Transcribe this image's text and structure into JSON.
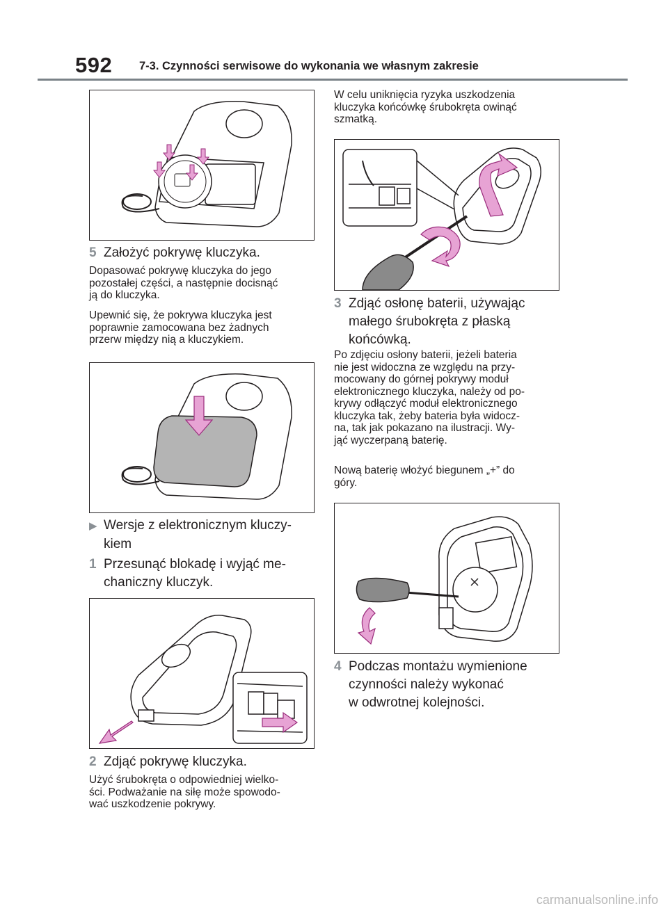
{
  "header": {
    "page_number": "592",
    "section_title": "7-3. Czynności serwisowe do wykonania we własnym zakresie"
  },
  "left": {
    "step5_num": "5",
    "step5_title": "Założyć pokrywę kluczyka.",
    "step5_p1_l1": "Dopasować pokrywę kluczyka do jego",
    "step5_p1_l2": "pozostałej części, a następnie docisnąć",
    "step5_p1_l3": "ją do kluczyka.",
    "step5_p2_l1": "Upewnić się, że pokrywa kluczyka jest",
    "step5_p2_l2": "poprawnie zamocowana bez żadnych",
    "step5_p2_l3": "przerw między nią a kluczykiem.",
    "version_l1": "Wersje z elektronicznym kluczy-",
    "version_l2": "kiem",
    "step1_num": "1",
    "step1_l1": "Przesunąć blokadę i wyjąć me-",
    "step1_l2": "chaniczny kluczyk.",
    "step2_num": "2",
    "step2_title": "Zdjąć pokrywę kluczyka.",
    "step2_p_l1": "Użyć śrubokręta o odpowiedniej wielko-",
    "step2_p_l2": "ści. Podważanie na siłę może spowodo-",
    "step2_p_l3": "wać uszkodzenie pokrywy."
  },
  "right": {
    "intro_l1": "W celu uniknięcia ryzyka uszkodzenia",
    "intro_l2": "kluczyka końcówkę śrubokręta owinąć",
    "intro_l3": "szmatką.",
    "step3_num": "3",
    "step3_l1": "Zdjąć osłonę baterii, używając",
    "step3_l2": "małego śrubokręta z płaską",
    "step3_l3": "końcówką.",
    "step3_p1_l1": "Po zdjęciu osłony baterii, jeżeli bateria",
    "step3_p1_l2": "nie jest widoczna ze względu na przy-",
    "step3_p1_l3": "mocowany do górnej pokrywy moduł",
    "step3_p1_l4": "elektronicznego kluczyka, należy od po-",
    "step3_p1_l5": "krywy odłączyć moduł elektronicznego",
    "step3_p1_l6": "kluczyka tak, żeby bateria była widocz-",
    "step3_p1_l7": "na, tak jak pokazano na ilustracji. Wy-",
    "step3_p1_l8": "jąć wyczerpaną baterię.",
    "step3_p2_l1": "Nową baterię włożyć biegunem „+” do",
    "step3_p2_l2": "góry.",
    "step4_num": "4",
    "step4_l1": "Podczas montażu wymienione",
    "step4_l2": "czynności należy wykonać",
    "step4_l3": "w odwrotnej kolejności."
  },
  "watermark": "carmanualsonline.info",
  "colors": {
    "arrow_pink": "#e7a3d4",
    "arrow_stroke": "#9a2c7c",
    "gray_fill": "#b4b4b4",
    "number_gray": "#8a9095"
  },
  "icons": [
    "triangle-bullet-icon",
    "pink-arrow-icon",
    "screwdriver-icon",
    "battery-icon"
  ]
}
